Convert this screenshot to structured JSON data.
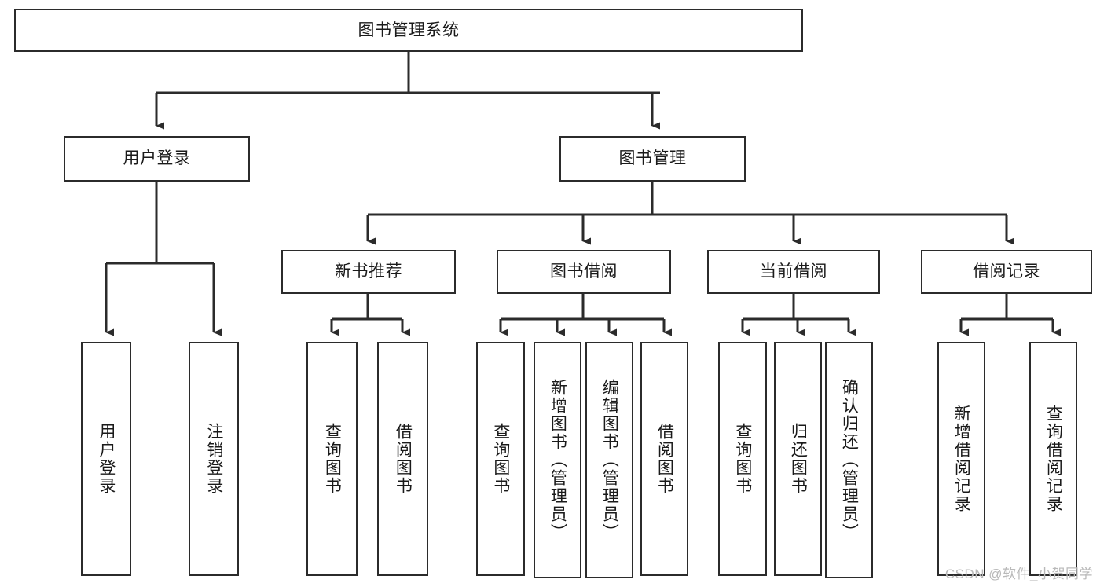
{
  "diagram": {
    "type": "tree-hierarchy-chart",
    "title": "图书管理系统",
    "line_color": "#2b2b2b",
    "box_fill": "#ffffff",
    "text_color": "#1a1a1a",
    "watermark": "CSDN @软件_小贺同学",
    "nodes": {
      "root": {
        "label": "图书管理系统",
        "orientation": "horizontal"
      },
      "l2": [
        {
          "label": "用户登录",
          "orientation": "horizontal"
        },
        {
          "label": "图书管理",
          "orientation": "horizontal"
        }
      ],
      "l3": [
        {
          "label": "新书推荐",
          "orientation": "horizontal"
        },
        {
          "label": "图书借阅",
          "orientation": "horizontal"
        },
        {
          "label": "当前借阅",
          "orientation": "horizontal"
        },
        {
          "label": "借阅记录",
          "orientation": "horizontal"
        }
      ],
      "leaves": [
        {
          "label": "用户登录",
          "orientation": "vertical",
          "parent": "用户登录"
        },
        {
          "label": "注销登录",
          "orientation": "vertical",
          "parent": "用户登录"
        },
        {
          "label": "查询图书",
          "orientation": "vertical",
          "parent": "新书推荐"
        },
        {
          "label": "借阅图书",
          "orientation": "vertical",
          "parent": "新书推荐"
        },
        {
          "label": "查询图书",
          "orientation": "vertical",
          "parent": "图书借阅"
        },
        {
          "label": "新增图书（管理员）",
          "orientation": "vertical",
          "parent": "图书借阅"
        },
        {
          "label": "编辑图书（管理员）",
          "orientation": "vertical",
          "parent": "图书借阅"
        },
        {
          "label": "借阅图书",
          "orientation": "vertical",
          "parent": "图书借阅"
        },
        {
          "label": "查询图书",
          "orientation": "vertical",
          "parent": "当前借阅"
        },
        {
          "label": "归还图书",
          "orientation": "vertical",
          "parent": "当前借阅"
        },
        {
          "label": "确认归还（管理员）",
          "orientation": "vertical",
          "parent": "当前借阅"
        },
        {
          "label": "新增借阅记录",
          "orientation": "vertical",
          "parent": "借阅记录"
        },
        {
          "label": "查询借阅记录",
          "orientation": "vertical",
          "parent": "借阅记录"
        }
      ]
    }
  }
}
